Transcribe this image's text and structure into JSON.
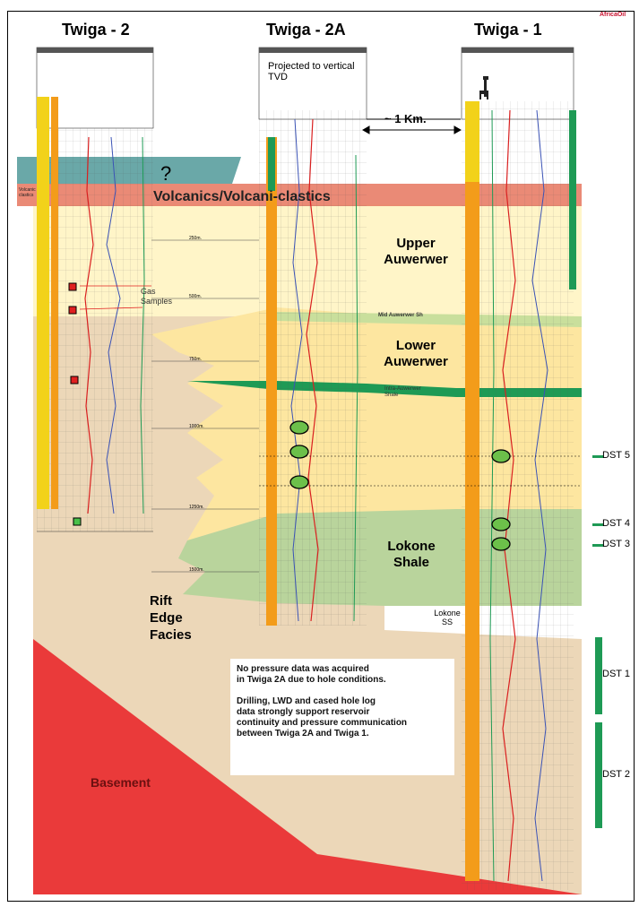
{
  "wells": {
    "twiga2": "Twiga - 2",
    "twiga2a": "Twiga - 2A",
    "twiga1": "Twiga - 1"
  },
  "notes": {
    "projected": "Projected to vertical",
    "tvd": "TVD",
    "distance": "~ 1 Km.",
    "question": "?",
    "gas": "Gas",
    "samples": "Samples"
  },
  "units": {
    "volcanics": "Volcanics/Volcani-clastics",
    "volcanics_side_1": "Volcanic",
    "volcanics_side_2": "clastics",
    "upper_1": "Upper",
    "upper_2": "Auwerwer",
    "mid_shale": "Mid Auwerwer Sh",
    "lower_1": "Lower",
    "lower_2": "Auwerwer",
    "intra_1": "Intra-Auwerwer",
    "intra_2": "Shale",
    "lokone_1": "Lokone",
    "lokone_2": "Shale",
    "lokone_ss_1": "Lokone",
    "lokone_ss_2": "SS",
    "rift_1": "Rift",
    "rift_2": "Edge",
    "rift_3": "Facies",
    "basement": "Basement"
  },
  "depth_marks": [
    "250m.",
    "500m.",
    "750m.",
    "1000m.",
    "1250m.",
    "1500m."
  ],
  "dst": {
    "dst5": "DST 5",
    "dst4": "DST 4",
    "dst3": "DST 3",
    "dst1": "DST 1",
    "dst2": "DST 2"
  },
  "callout": {
    "line1": "No pressure data was acquired",
    "line2": "in Twiga 2A due to hole conditions.",
    "line3": "Drilling, LWD and cased hole log",
    "line4": "data strongly support reservoir",
    "line5": "continuity and pressure communication",
    "line6": "between Twiga 2A and Twiga 1."
  },
  "logo": "AfricaOil",
  "colors": {
    "volcanic": "#e8806a",
    "teal": "#6aa8a8",
    "upper": "#fff5c8",
    "lower": "#fde6a0",
    "shale": "#b9d49c",
    "rift": "#ecd7b8",
    "basement": "#ea3a3a",
    "dst_green": "#1e9a55"
  }
}
